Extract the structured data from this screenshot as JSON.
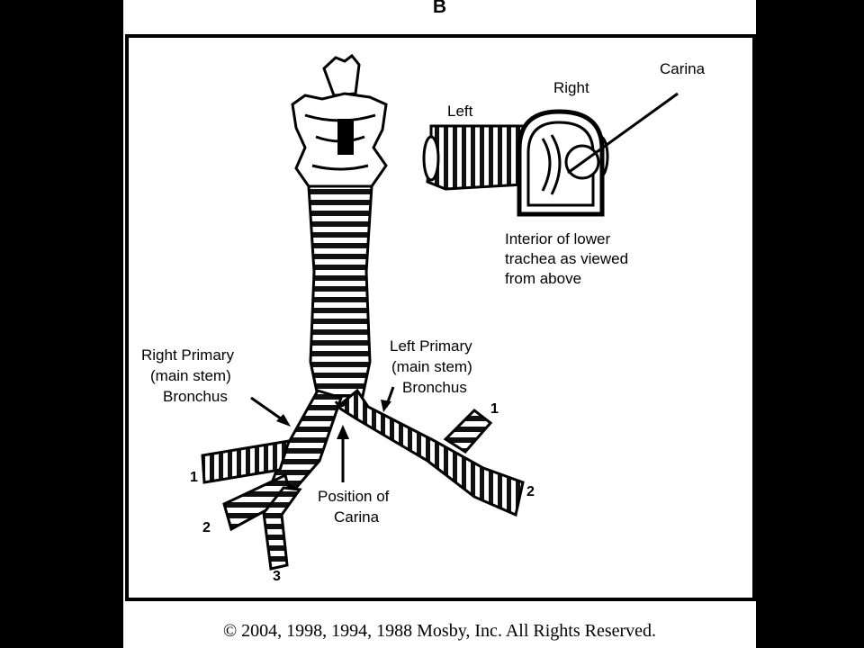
{
  "panel_letter": "B",
  "labels": {
    "carina_top": "Carina",
    "right_top": "Right",
    "left_top": "Left",
    "interior_caption": [
      "Interior of lower",
      "trachea as viewed",
      "from above"
    ],
    "right_primary": [
      "Right Primary",
      "(main stem)",
      "Bronchus"
    ],
    "left_primary": [
      "Left Primary",
      "(main stem)",
      "Bronchus"
    ],
    "position_of_carina": [
      "Position of",
      "Carina"
    ]
  },
  "numbers": {
    "right_upper": "1",
    "right_middle": "2",
    "right_lower": "3",
    "left_upper": "1",
    "left_lower": "2"
  },
  "copyright": "© 2004, 1998, 1994, 1988 Mosby, Inc. All Rights Reserved.",
  "colors": {
    "background": "#000000",
    "paper": "#ffffff",
    "ink": "#000000"
  }
}
